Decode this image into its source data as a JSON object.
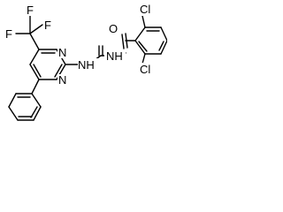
{
  "structure": {
    "atoms": {
      "cl_top": "Cl",
      "cl_bottom": "Cl",
      "o": "O",
      "nh_amide": "NH",
      "nh_urea": "NH",
      "n_upper": "N",
      "n_lower": "N",
      "f_left": "F",
      "f_top": "F",
      "f_right": "F"
    },
    "colors": {
      "ink": "#000000",
      "background": "#ffffff"
    }
  }
}
